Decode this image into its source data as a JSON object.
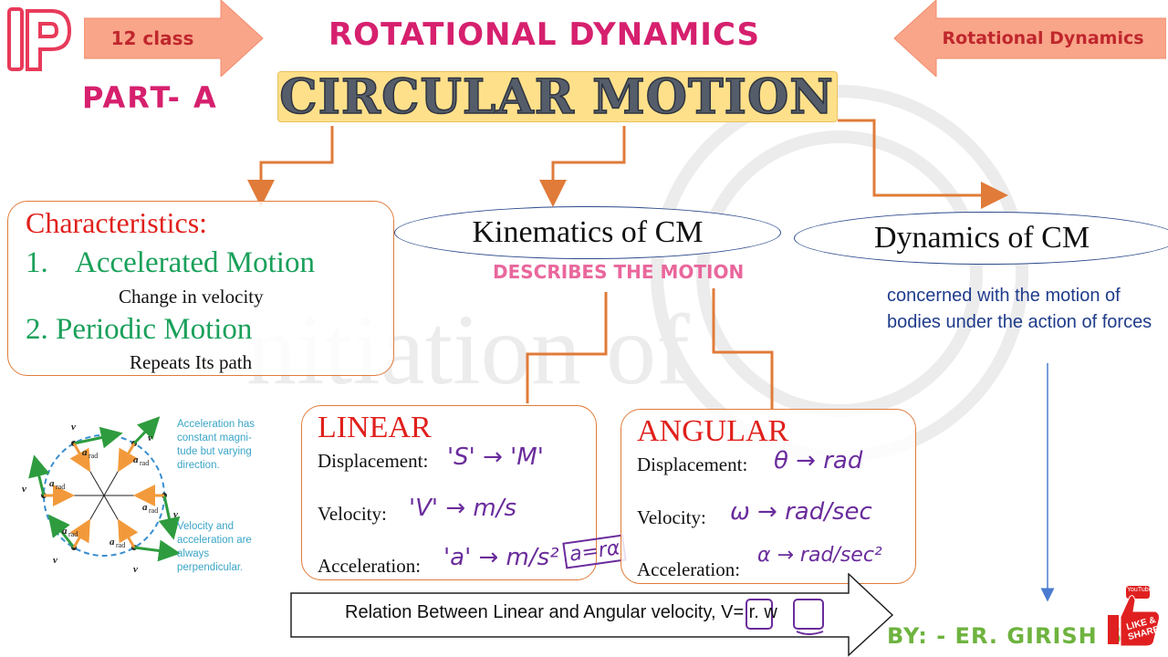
{
  "header": {
    "left_tag": "12 class",
    "title": "ROTATIONAL DYNAMICS",
    "right_tag": "Rotational Dynamics",
    "part": "PART- A",
    "main_title": "CIRCULAR MOTION"
  },
  "watermark": {
    "text": "nitiation of"
  },
  "characteristics": {
    "heading": "Characteristics:",
    "item1_number": "1.",
    "item1_label": "Accelerated Motion",
    "item1_sub": "Change in velocity",
    "item2_label": "2. Periodic Motion",
    "item2_sub": "Repeats Its path"
  },
  "kinematics": {
    "label": "Kinematics of CM",
    "describes": "DESCRIBES THE MOTION"
  },
  "dynamics": {
    "label": "Dynamics of CM",
    "description": "concerned with the motion of bodies under the action of forces"
  },
  "linear": {
    "title": "LINEAR",
    "rows": [
      {
        "label": "Displacement:",
        "value": "'S' → 'M'"
      },
      {
        "label": "Velocity:",
        "value": "'V' → m/s"
      },
      {
        "label": "Acceleration:",
        "value": "'a' → m/s²"
      }
    ],
    "note": "a=rα"
  },
  "angular": {
    "title": "ANGULAR",
    "rows": [
      {
        "label": "Displacement:",
        "value": "θ → rad"
      },
      {
        "label": "Velocity:",
        "value": "ω → rad/sec"
      },
      {
        "label": "Acceleration:",
        "value": "α → rad/sec²"
      }
    ]
  },
  "relation": {
    "text": "Relation Between Linear and Angular velocity, V= r. w"
  },
  "diagram": {
    "note1": "Acceleration has constant magni- tude but varying direction.",
    "note2": "Velocity and acceleration are always perpendicular.",
    "v_label": "v",
    "a_label": "a",
    "a_sub": "rad"
  },
  "footer": {
    "by": "BY: - ER. GIRISH SIR",
    "like_share": "LIKE & SHARE",
    "youtube": "YouTube"
  },
  "colors": {
    "accent_pink": "#d6206e",
    "arrow_fill": "#f9a58a",
    "connector": "#e07b39",
    "title_bg": "#ffe08a",
    "ellipse_border": "#2b4a8c",
    "green": "#1aa05a",
    "red": "#e0201c"
  },
  "icons": {
    "logo": "ip-logo-icon",
    "like": "like-share-icon"
  }
}
